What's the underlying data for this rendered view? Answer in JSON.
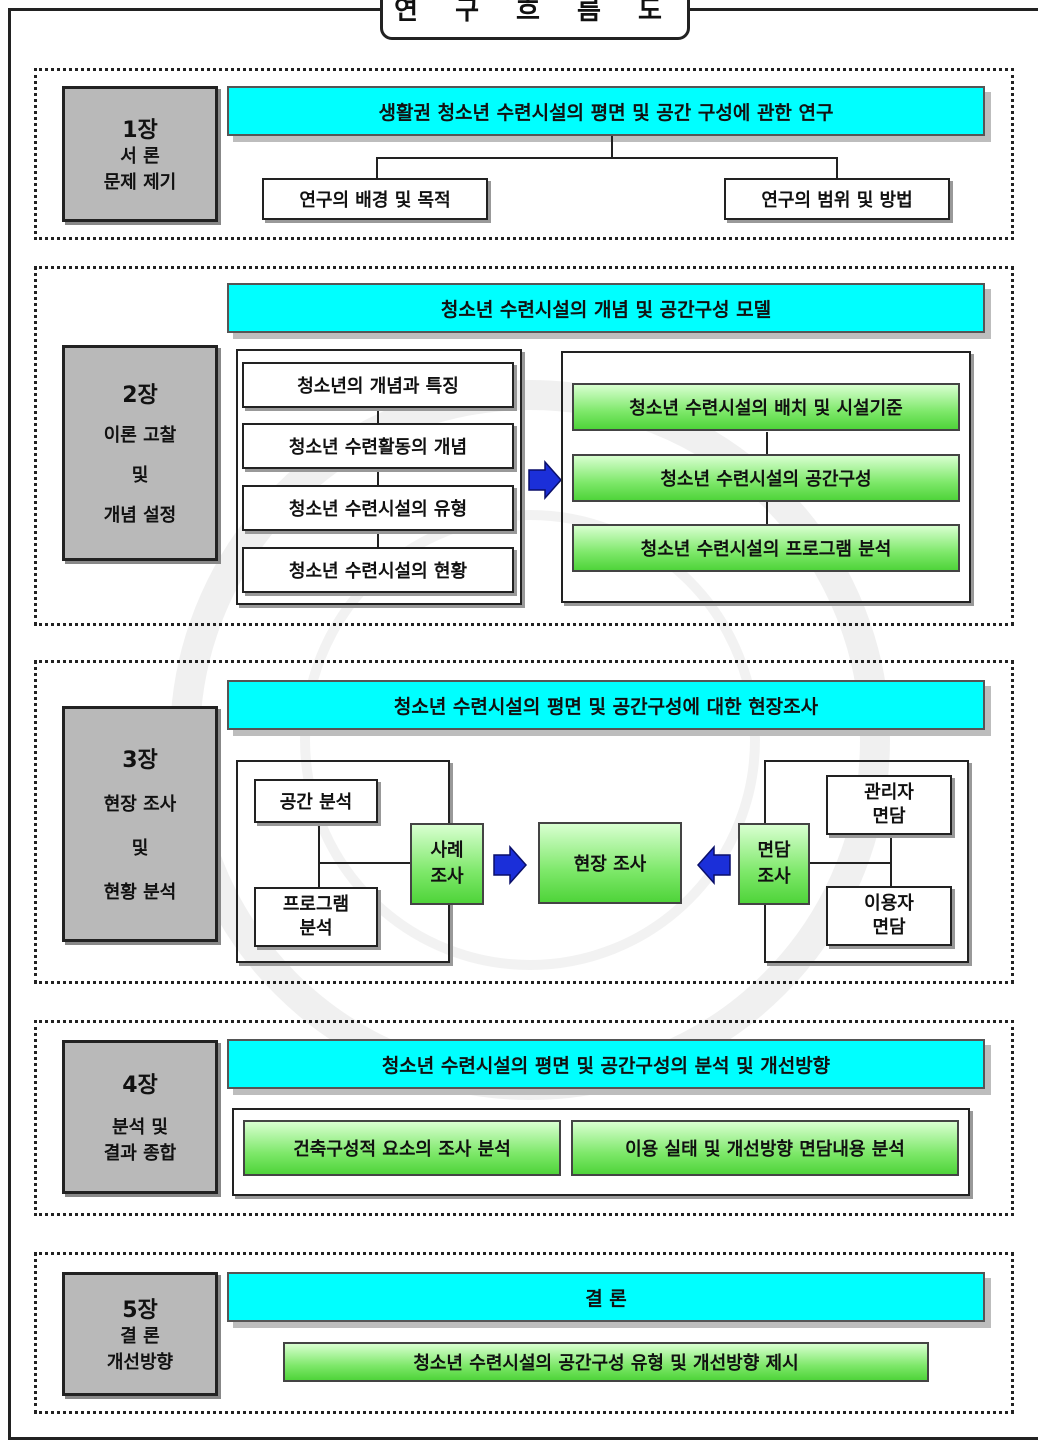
{
  "title": "연 구 흐 름 도",
  "colors": {
    "cyan": "#00ffff",
    "green": "#66e050",
    "chapter": "#b9b9b9",
    "arrow": "#1b2fd9"
  },
  "chapter1": {
    "num": "1장",
    "line1": "서  론",
    "line2": "문제 제기",
    "header": "생활권 청소년 수련시설의 평면 및 공간 구성에 관한 연구",
    "left": "연구의 배경 및 목적",
    "right": "연구의 범위 및 방법"
  },
  "chapter2": {
    "num": "2장",
    "line1": "이론 고찰",
    "line2": "및",
    "line3": "개념 설정",
    "header": "청소년 수련시설의 개념 및 공간구성 모델",
    "left_items": [
      "청소년의 개념과 특징",
      "청소년 수련활동의 개념",
      "청소년 수련시설의 유형",
      "청소년 수련시설의 현황"
    ],
    "right_items": [
      "청소년 수련시설의 배치 및 시설기준",
      "청소년 수련시설의 공간구성",
      "청소년 수련시설의 프로그램 분석"
    ]
  },
  "chapter3": {
    "num": "3장",
    "line1": "현장 조사",
    "line2": "및",
    "line3": "현황 분석",
    "header": "청소년 수련시설의 평면 및 공간구성에 대한 현장조사",
    "space": "공간 분석",
    "program": "프로그램\n분석",
    "case": "사례\n조사",
    "field": "현장 조사",
    "interview": "면담\n조사",
    "manager": "관리자\n면담",
    "user": "이용자\n면담"
  },
  "chapter4": {
    "num": "4장",
    "line1": "분석 및",
    "line2": "결과 종합",
    "header": "청소년 수련시설의 평면 및 공간구성의 분석 및 개선방향",
    "left": "건축구성적 요소의 조사 분석",
    "right": "이용 실태 및 개선방향 면담내용 분석"
  },
  "chapter5": {
    "num": "5장",
    "line1": "결  론",
    "line2": "개선방향",
    "header": "결  론",
    "result": "청소년 수련시설의 공간구성 유형 및 개선방향 제시"
  }
}
